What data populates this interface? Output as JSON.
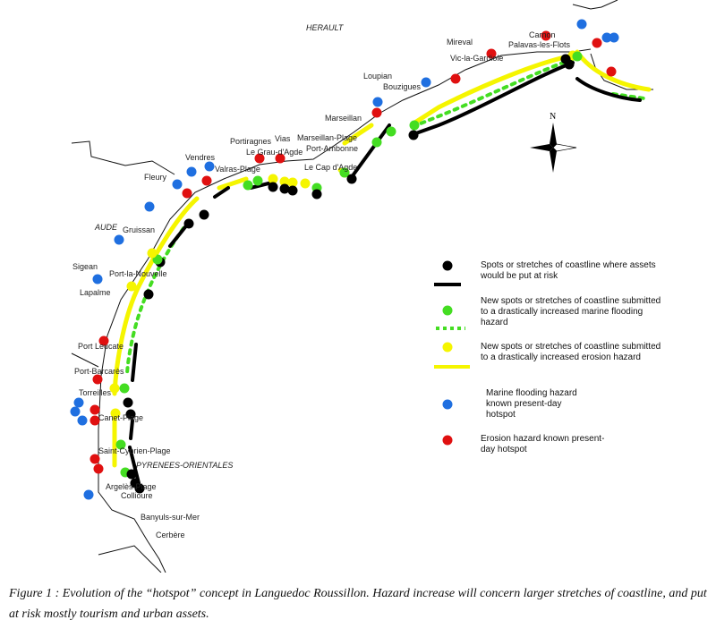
{
  "departments": [
    "HERAULT",
    "AUDE",
    "PYRENEES-ORIENTALES"
  ],
  "places": [
    "Mireval",
    "Vic-la-Gardiole",
    "Carnon",
    "Palavas-les-Flots",
    "Loupian",
    "Bouzigues",
    "Marseillan",
    "Marseillan-Plage",
    "Port-Ambonne",
    "Le Cap d'Agde",
    "Portiragnes",
    "Vias",
    "Le Grau-d'Agde",
    "Valras-Plage",
    "Vendres",
    "Fleury",
    "Gruissan",
    "Sigean",
    "Port-la-Nouvelle",
    "Lapalme",
    "Port Leucate",
    "Port-Barcarès",
    "Torreilles",
    "Canet-Plage",
    "Saint-Cyprien-Plage",
    "Argelès-Plage",
    "Collioure",
    "Banyuls-sur-Mer",
    "Cerbère"
  ],
  "compass": {
    "north": "N"
  },
  "legend": [
    {
      "text": "Spots or stretches of coastline where assets would be put at risk",
      "color": "#000000"
    },
    {
      "text": "New spots or stretches of coastline submitted to a drastically increased marine flooding hazard",
      "color": "#44dd22"
    },
    {
      "text": "New spots or stretches of coastline submitted to a drastically increased erosion hazard",
      "color": "#f5f500"
    },
    {
      "text": "Marine flooding hazard known present-day hotspot",
      "color": "#1f6fe0"
    },
    {
      "text": "Erosion hazard known present-day hotspot",
      "color": "#e01010"
    }
  ],
  "caption": "Figure 1 : Evolution of the “hotspot” concept in Languedoc Roussillon. Hazard increase will concern larger stretches of coastline, and put at risk mostly tourism and urban assets."
}
